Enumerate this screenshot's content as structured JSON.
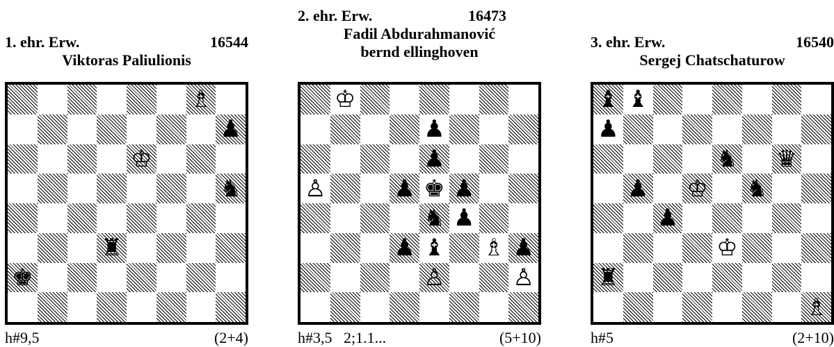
{
  "problems": [
    {
      "award": "1. ehr. Erw.",
      "number": "16544",
      "authors": [
        "Viktoras Paliulionis"
      ],
      "stipulation": "h#9,5",
      "count": "(2+4)",
      "pieces": [
        {
          "sq": "g8",
          "p": "wB"
        },
        {
          "sq": "h7",
          "p": "bP"
        },
        {
          "sq": "e6",
          "p": "wK"
        },
        {
          "sq": "h5",
          "p": "bN"
        },
        {
          "sq": "d3",
          "p": "bR"
        },
        {
          "sq": "a2",
          "p": "bK"
        }
      ]
    },
    {
      "award": "2. ehr. Erw.",
      "number": "16473",
      "authors": [
        "Fadil Abdurahmanović",
        "bernd ellinghoven"
      ],
      "stipulation": "h#3,5   2;1.1...",
      "count": "(5+10)",
      "pieces": [
        {
          "sq": "b8",
          "p": "wK"
        },
        {
          "sq": "e7",
          "p": "bP"
        },
        {
          "sq": "e6",
          "p": "bP"
        },
        {
          "sq": "a5",
          "p": "wP"
        },
        {
          "sq": "d5",
          "p": "bP"
        },
        {
          "sq": "e5",
          "p": "bK"
        },
        {
          "sq": "f5",
          "p": "bP"
        },
        {
          "sq": "e4",
          "p": "bN"
        },
        {
          "sq": "f4",
          "p": "bP"
        },
        {
          "sq": "d3",
          "p": "bP"
        },
        {
          "sq": "e3",
          "p": "bB"
        },
        {
          "sq": "g3",
          "p": "wB"
        },
        {
          "sq": "h3",
          "p": "bP"
        },
        {
          "sq": "e2",
          "p": "wP"
        },
        {
          "sq": "h2",
          "p": "wP"
        }
      ]
    },
    {
      "award": "3. ehr. Erw.",
      "number": "16540",
      "authors": [
        "Sergej Chatschaturow"
      ],
      "stipulation": "h#5",
      "count": "(2+10)",
      "pieces": [
        {
          "sq": "a8",
          "p": "bB"
        },
        {
          "sq": "b8",
          "p": "bB"
        },
        {
          "sq": "a7",
          "p": "bP"
        },
        {
          "sq": "e6",
          "p": "bN"
        },
        {
          "sq": "g6",
          "p": "bQ"
        },
        {
          "sq": "b5",
          "p": "bP"
        },
        {
          "sq": "d5",
          "p": "wK"
        },
        {
          "sq": "f5",
          "p": "bN"
        },
        {
          "sq": "c4",
          "p": "bP"
        },
        {
          "sq": "e3",
          "p": "wK"
        },
        {
          "sq": "a2",
          "p": "bR"
        },
        {
          "sq": "h1",
          "p": "wB"
        }
      ]
    }
  ]
}
